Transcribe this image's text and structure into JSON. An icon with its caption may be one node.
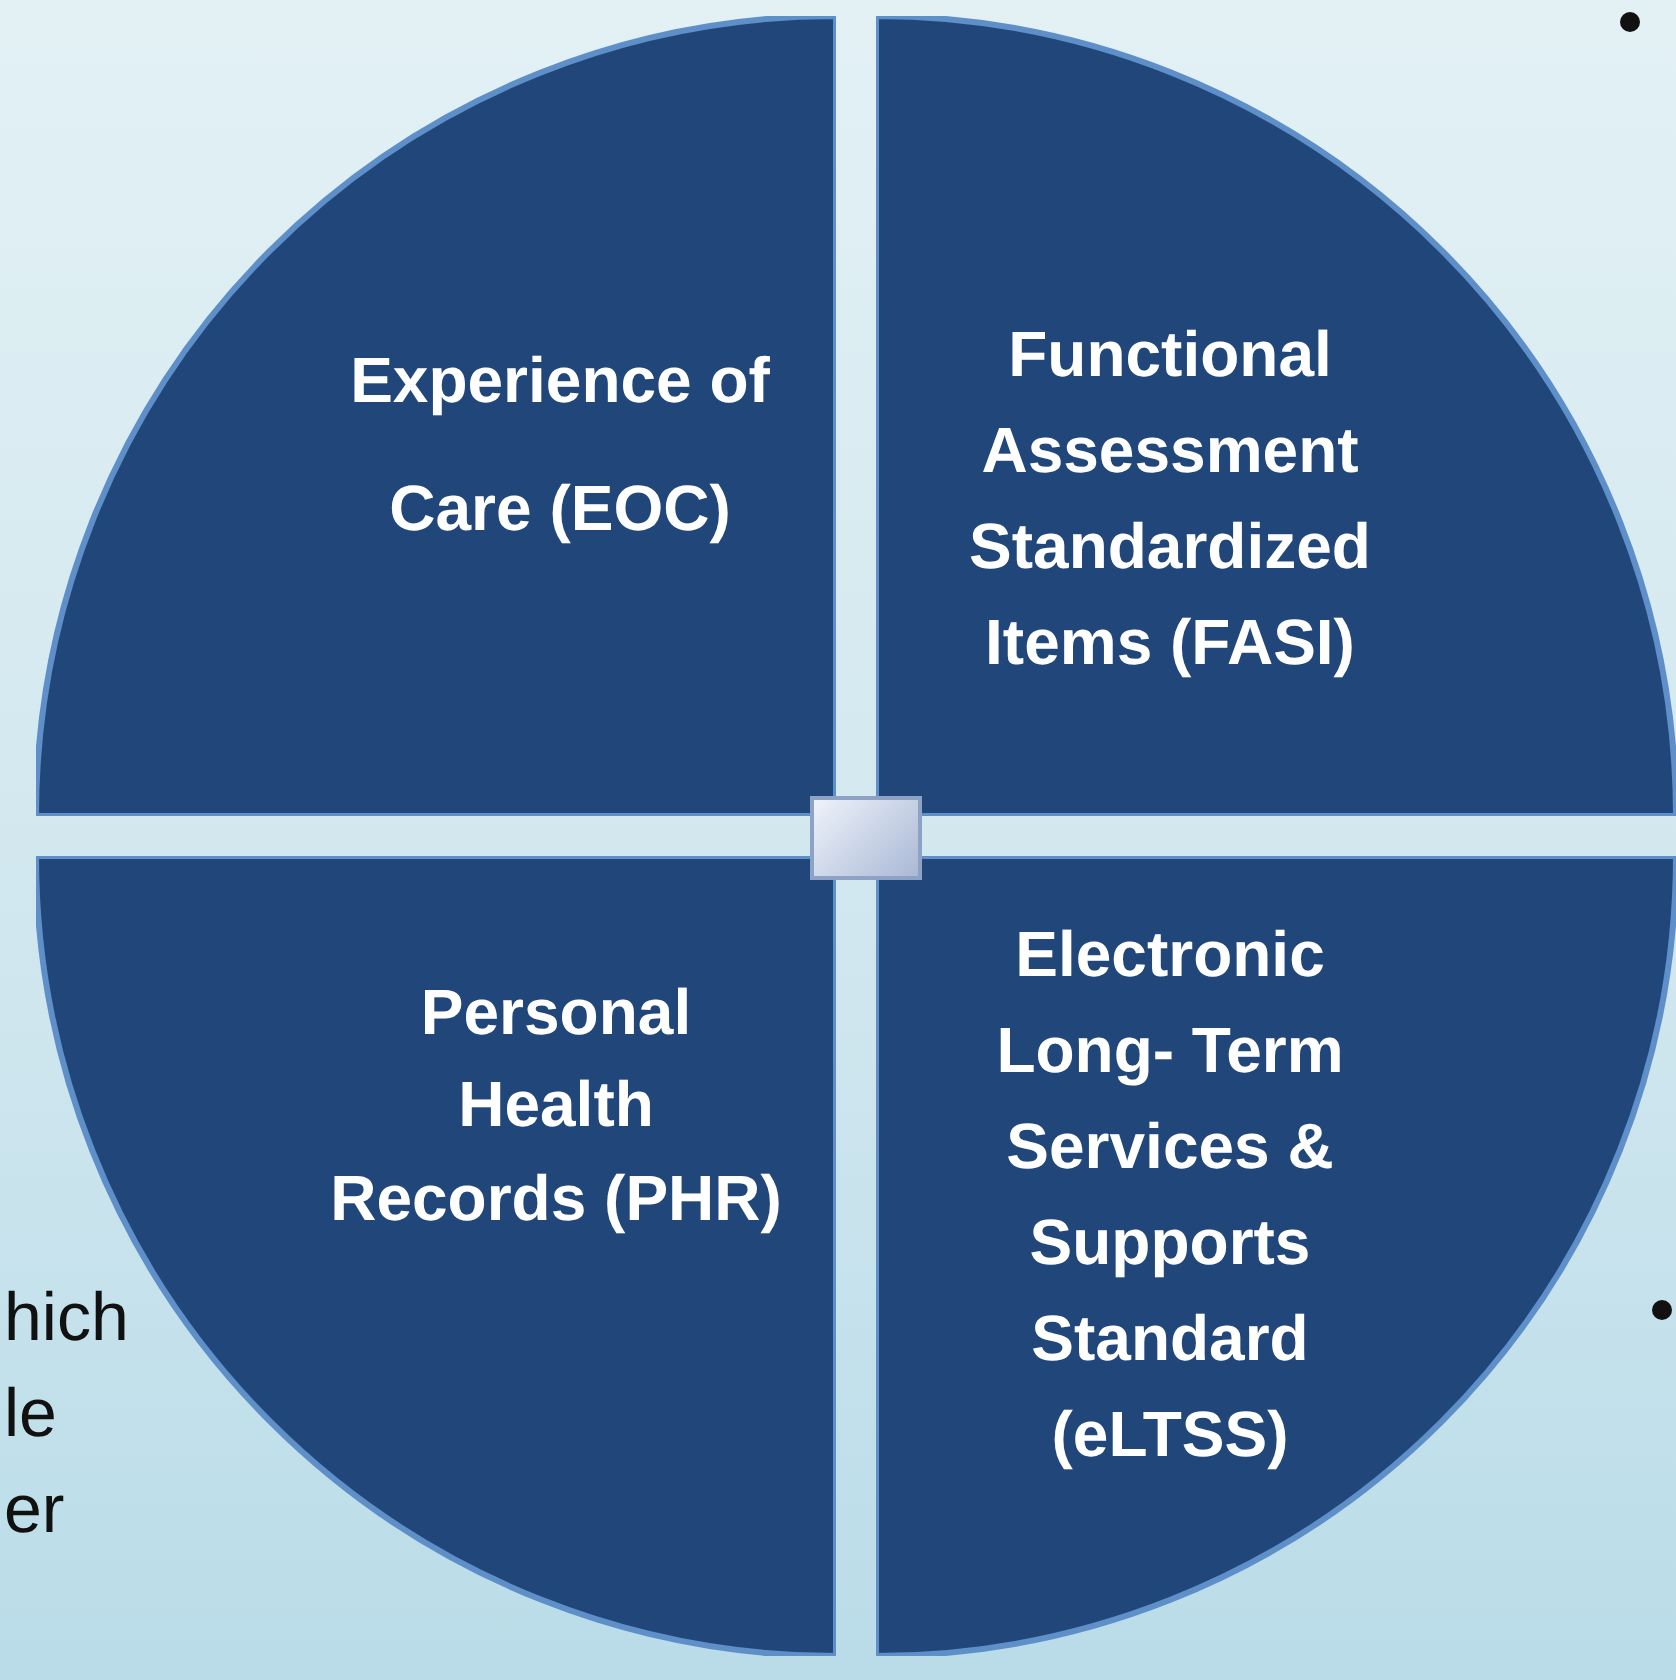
{
  "diagram": {
    "nodes": [
      {
        "text": [
          "Experience of Care (EOC)"
        ]
      },
      {
        "text": [
          "Functional Assessment Standardized Items (FASI)"
        ]
      },
      {
        "text": [
          "Personal Health Records (PHR)"
        ]
      },
      {
        "text": [
          "Electronic Long- Term Services & Supports Standard (eLTSS)"
        ]
      }
    ],
    "labels": [
      "hich",
      "le",
      "er"
    ]
  }
}
